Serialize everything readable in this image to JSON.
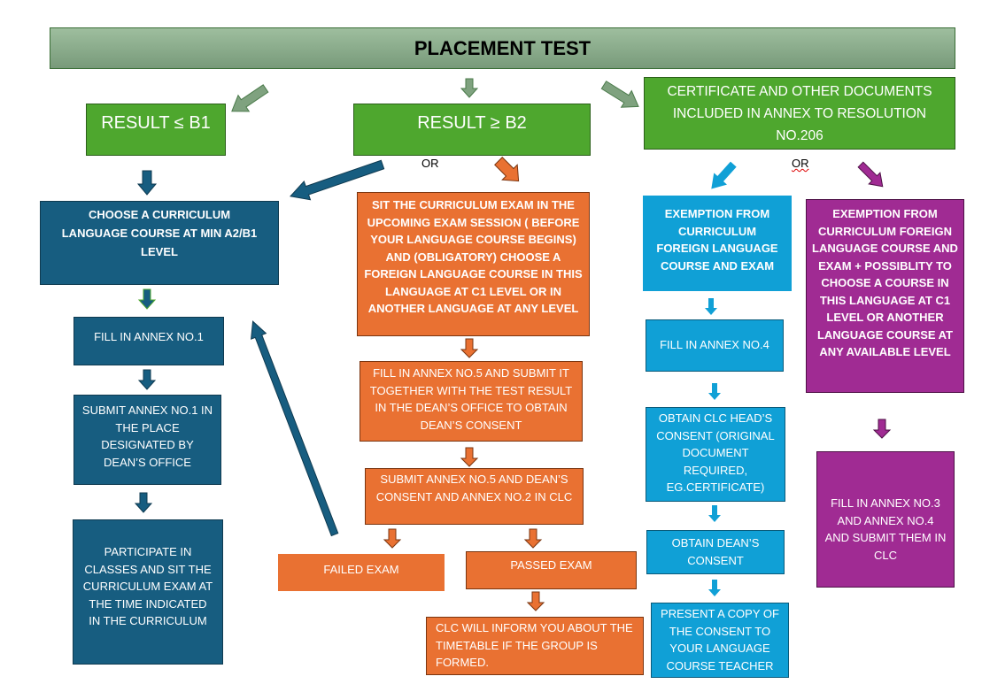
{
  "title": "PLACEMENT TEST",
  "branches": {
    "result_low": "RESULT ≤ B1",
    "result_high": "RESULT ≥ B2",
    "certificate": "CERTIFICATE AND OTHER DOCUMENTS INCLUDED IN ANNEX TO RESOLUTION NO.206"
  },
  "or_labels": {
    "middle": "OR",
    "right": "OR"
  },
  "left_column": {
    "choose_course": "CHOOSE A CURRICULUM LANGUAGE COURSE AT MIN A2/B1 LEVEL",
    "fill_annex1": "FILL IN ANNEX NO.1",
    "submit_annex1": "SUBMIT ANNEX NO.1 IN THE PLACE DESIGNATED BY DEAN’S OFFICE",
    "participate": "PARTICIPATE IN CLASSES AND SIT THE CURRICULUM EXAM AT THE TIME INDICATED IN THE CURRICULUM"
  },
  "middle_column": {
    "sit_exam": "SIT THE CURRICULUM EXAM IN THE UPCOMING EXAM SESSION ( BEFORE YOUR LANGUAGE COURSE BEGINS) AND (OBLIGATORY) CHOOSE A FOREIGN LANGUAGE COURSE IN THIS LANGUAGE AT C1 LEVEL OR IN ANOTHER LANGUAGE AT ANY LEVEL",
    "fill_annex5": "FILL IN ANNEX NO.5 AND SUBMIT IT TOGETHER WITH THE TEST RESULT IN THE DEAN’S OFFICE TO OBTAIN DEAN’S CONSENT",
    "submit_annex5": "SUBMIT ANNEX NO.5 AND DEAN’S CONSENT AND ANNEX NO.2 IN CLC",
    "failed": "FAILED EXAM",
    "passed": "PASSED EXAM",
    "clc_inform": "CLC WILL INFORM YOU ABOUT THE TIMETABLE IF THE GROUP IS FORMED."
  },
  "cyan_column": {
    "exemption": "EXEMPTION FROM CURRICULUM FOREIGN LANGUAGE COURSE AND EXAM",
    "fill_annex4": "FILL IN ANNEX NO.4",
    "clc_head_consent": "OBTAIN CLC HEAD’S CONSENT (ORIGINAL DOCUMENT REQUIRED, EG.CERTIFICATE)",
    "dean_consent": "OBTAIN DEAN’S CONSENT",
    "present_copy": "PRESENT A COPY OF THE CONSENT TO YOUR LANGUAGE COURSE TEACHER"
  },
  "purple_column": {
    "exemption_plus": "EXEMPTION FROM CURRICULUM FOREIGN LANGUAGE COURSE AND EXAM + POSSIBLITY TO CHOOSE A COURSE IN THIS LANGUAGE AT C1 LEVEL OR ANOTHER LANGUAGE COURSE AT ANY AVAILABLE LEVEL",
    "fill_annex34": "FILL IN ANNEX NO.3 AND ANNEX NO.4 AND SUBMIT THEM IN CLC"
  },
  "colors": {
    "title_bar": "#8aac8b",
    "branch_green": "#4ea72e",
    "navy": "#175d80",
    "orange": "#e97132",
    "cyan": "#10a0d6",
    "purple": "#a02b93"
  }
}
